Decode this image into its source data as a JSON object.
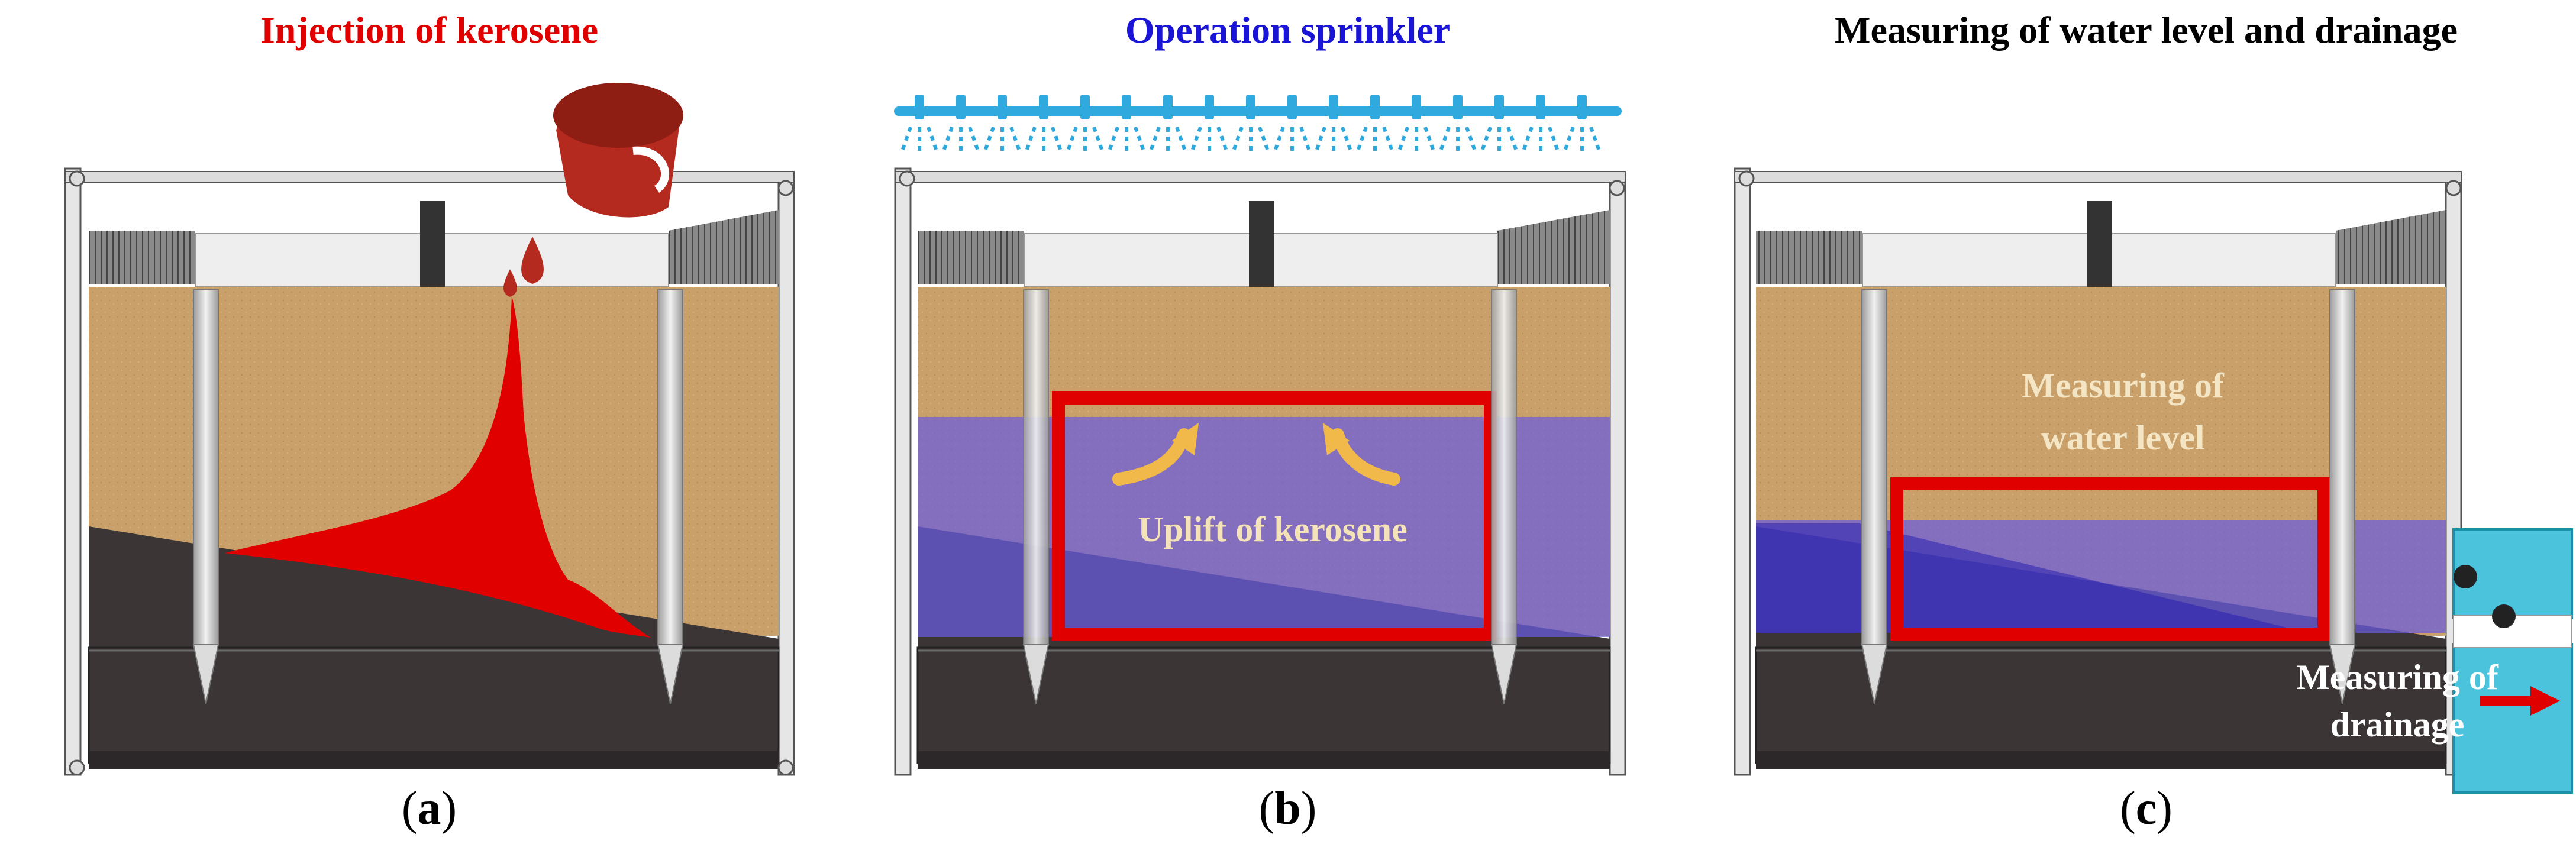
{
  "colors": {
    "sand": "#c9a06a",
    "soil": "#3b3536",
    "frame": "#d4d4d4",
    "kerosene": "#e00000",
    "water": "#6a5ce0",
    "container": "#4cc3dc",
    "arrow_yellow": "#f0b94a"
  },
  "panels": [
    {
      "title": "Injection of kerosene",
      "title_color": "#e00000",
      "label_text": "a",
      "icon": "pouring-bucket-icon"
    },
    {
      "title": "Operation sprinkler",
      "title_color": "#1a14d6",
      "label_text": "b",
      "icon": "sprinkler-icon",
      "annotation": "Uplift of kerosene"
    },
    {
      "title": "Measuring of water level and drainage",
      "title_color": "#000000",
      "label_text": "c",
      "annotation_water_line1": "Measuring of",
      "annotation_water_line2": "water level",
      "annotation_drain_line1": "Measuring of",
      "annotation_drain_line2": "drainage"
    }
  ]
}
